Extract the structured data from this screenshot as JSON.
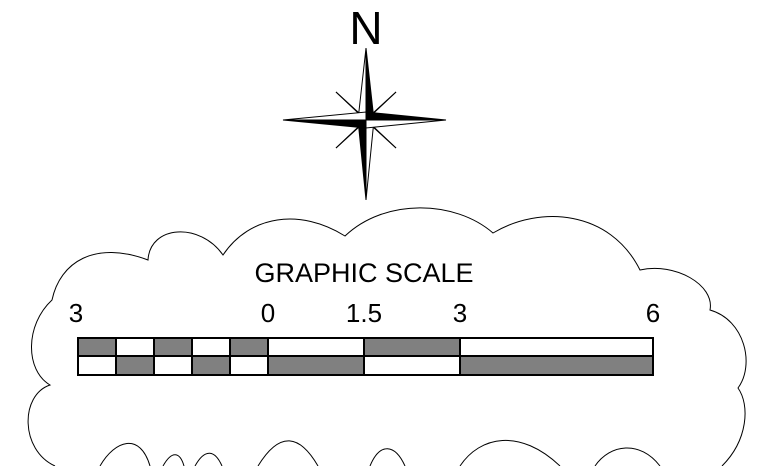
{
  "north_arrow": {
    "label": "N"
  },
  "scale_bar": {
    "title": "GRAPHIC SCALE",
    "tick_labels": [
      "3",
      "0",
      "1.5",
      "3",
      "6"
    ],
    "colors": {
      "fill_dark": "#808080",
      "fill_light": "#ffffff",
      "stroke": "#000000"
    }
  }
}
